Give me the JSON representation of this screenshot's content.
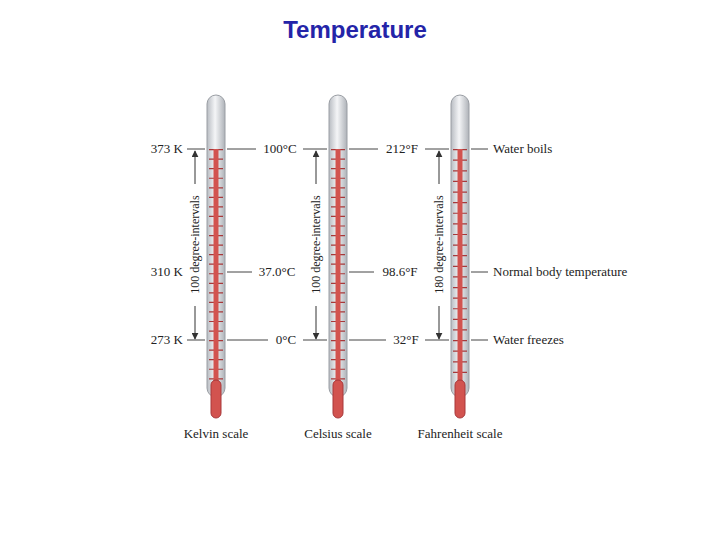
{
  "diagram": {
    "title": "Temperature",
    "labels": [
      "373 K",
      "100°C",
      "212°F",
      "Water boils",
      "310 K",
      "37.0°C",
      "98.6°F",
      "Normal body temperature",
      "273 K",
      "0°C",
      "32°F",
      "Water freezes",
      "100 degree-intervals",
      "100 degree-intervals",
      "180 degree-intervals",
      "Kelvin scale",
      "Celsius scale",
      "Fahrenheit scale"
    ]
  }
}
